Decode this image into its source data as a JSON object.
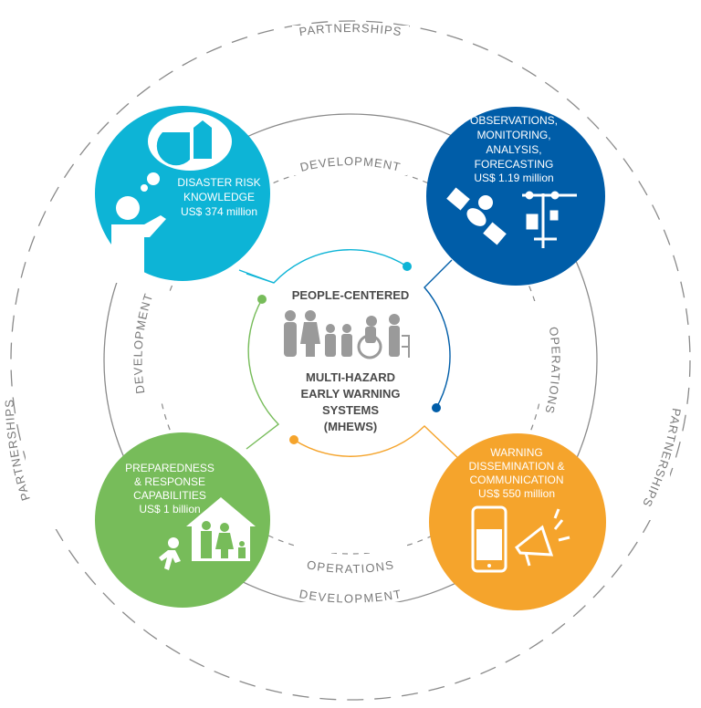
{
  "ring_labels": {
    "partnerships_top": "PARTNERSHIPS",
    "partnerships_left": "PARTNERSHIPS",
    "partnerships_right": "PARTNERSHIPS",
    "development_top": "DEVELOPMENT",
    "development_left": "DEVELOPMENT",
    "development_bottom": "DEVELOPMENT",
    "operations_right": "OPERATIONS",
    "operations_bottom": "OPERATIONS"
  },
  "center": {
    "heading": "PEOPLE-CENTERED",
    "title_lines": [
      "MULTI-HAZARD",
      "EARLY WARNING",
      "SYSTEMS",
      "(MHEWS)"
    ]
  },
  "pillars": {
    "risk_knowledge": {
      "lines": [
        "DISASTER RISK",
        "KNOWLEDGE",
        "US$ 374 million"
      ],
      "color": "#0db4d6"
    },
    "observations": {
      "lines": [
        "OBSERVATIONS,",
        "MONITORING,",
        "ANALYSIS,",
        "FORECASTING",
        "US$ 1.19 million"
      ],
      "color": "#005da8"
    },
    "preparedness": {
      "lines": [
        "PREPAREDNESS",
        "& RESPONSE",
        "CAPABILITIES",
        "US$ 1 billion"
      ],
      "color": "#77bc5a"
    },
    "warning": {
      "lines": [
        "WARNING",
        "DISSEMINATION &",
        "COMMUNICATION",
        "US$ 550 million"
      ],
      "color": "#f5a42c"
    }
  }
}
